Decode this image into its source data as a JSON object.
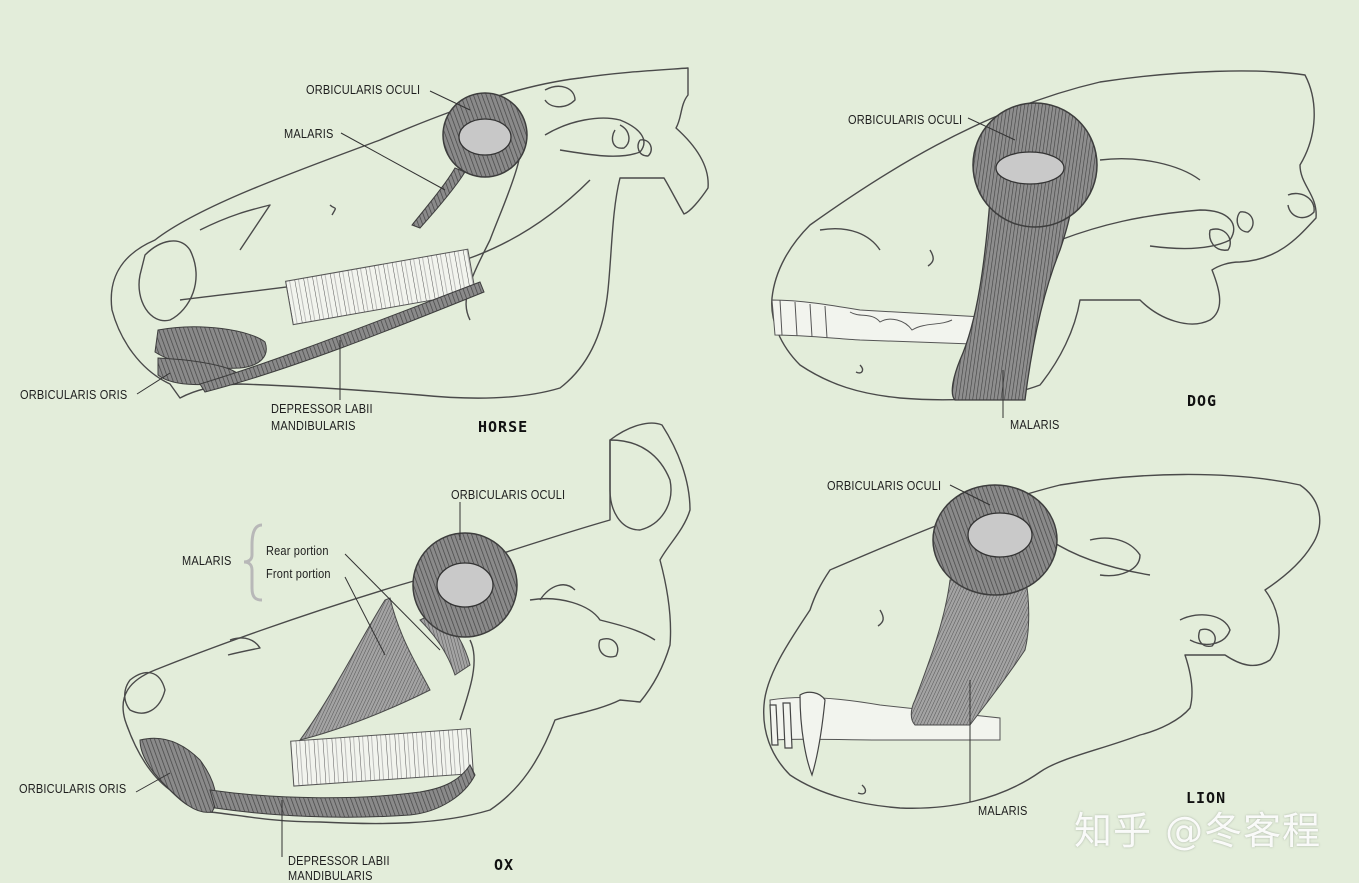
{
  "panels": {
    "horse": {
      "species": "HORSE",
      "orbicularis_oculi": "ORBICULARIS OCULI",
      "malaris": "MALARIS",
      "orbicularis_oris": "ORBICULARIS ORIS",
      "depressor_line1": "DEPRESSOR LABII",
      "depressor_line2": "MANDIBULARIS"
    },
    "dog": {
      "species": "DOG",
      "orbicularis_oculi": "ORBICULARIS OCULI",
      "malaris": "MALARIS"
    },
    "ox": {
      "species": "OX",
      "orbicularis_oculi": "ORBICULARIS OCULI",
      "malaris": "MALARIS",
      "rear_portion": "Rear portion",
      "front_portion": "Front portion",
      "orbicularis_oris": "ORBICULARIS ORIS",
      "depressor_line1": "DEPRESSOR LABII",
      "depressor_line2": "MANDIBULARIS"
    },
    "lion": {
      "species": "LION",
      "orbicularis_oculi": "ORBICULARIS OCULI",
      "malaris": "MALARIS"
    }
  },
  "watermark": "知乎 @冬客程",
  "colors": {
    "background": "#e3edda",
    "outline": "#4a4a4a",
    "muscle": "#6b6b6b",
    "muscle_dark": "#3d3d3d"
  }
}
